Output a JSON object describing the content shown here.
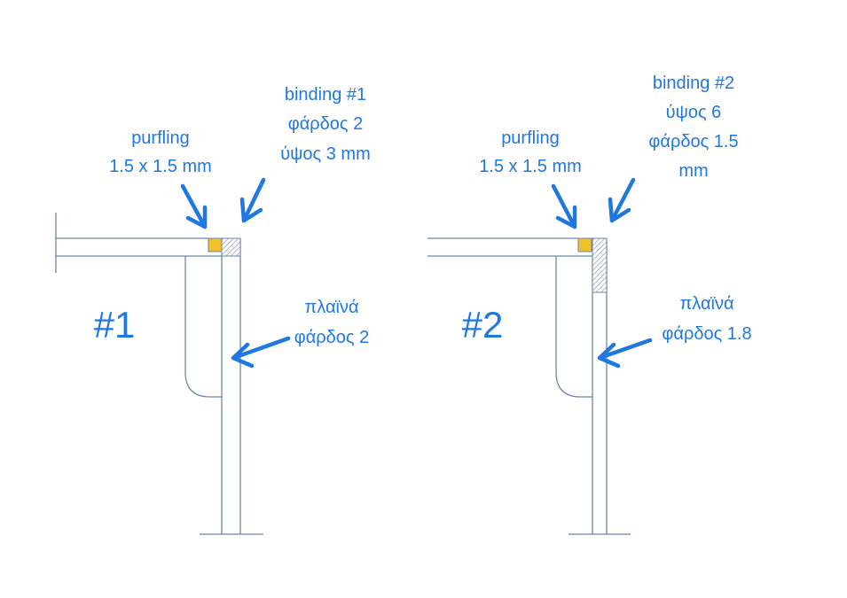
{
  "colors": {
    "line": "#6a87a6",
    "label": "#1f78e0",
    "arrow": "#1f78e0",
    "purfling": "#f2c12e",
    "binding_hatch": "#9aa4ae"
  },
  "diagram1": {
    "number": "#1",
    "purfling_label": [
      "purfling",
      "1.5 x 1.5 mm"
    ],
    "binding_label": [
      "binding #1",
      "φάρδος 2",
      "ύψος 3 mm"
    ],
    "sides_label": [
      "πλαϊνά",
      "φάρδος 2"
    ]
  },
  "diagram2": {
    "number": "#2",
    "purfling_label": [
      "purfling",
      "1.5 x 1.5 mm"
    ],
    "binding_label": [
      "binding #2",
      "ύψος 6",
      "φάρδος 1.5",
      "mm"
    ],
    "sides_label": [
      "πλαϊνά",
      "φάρδος 1.8"
    ]
  }
}
